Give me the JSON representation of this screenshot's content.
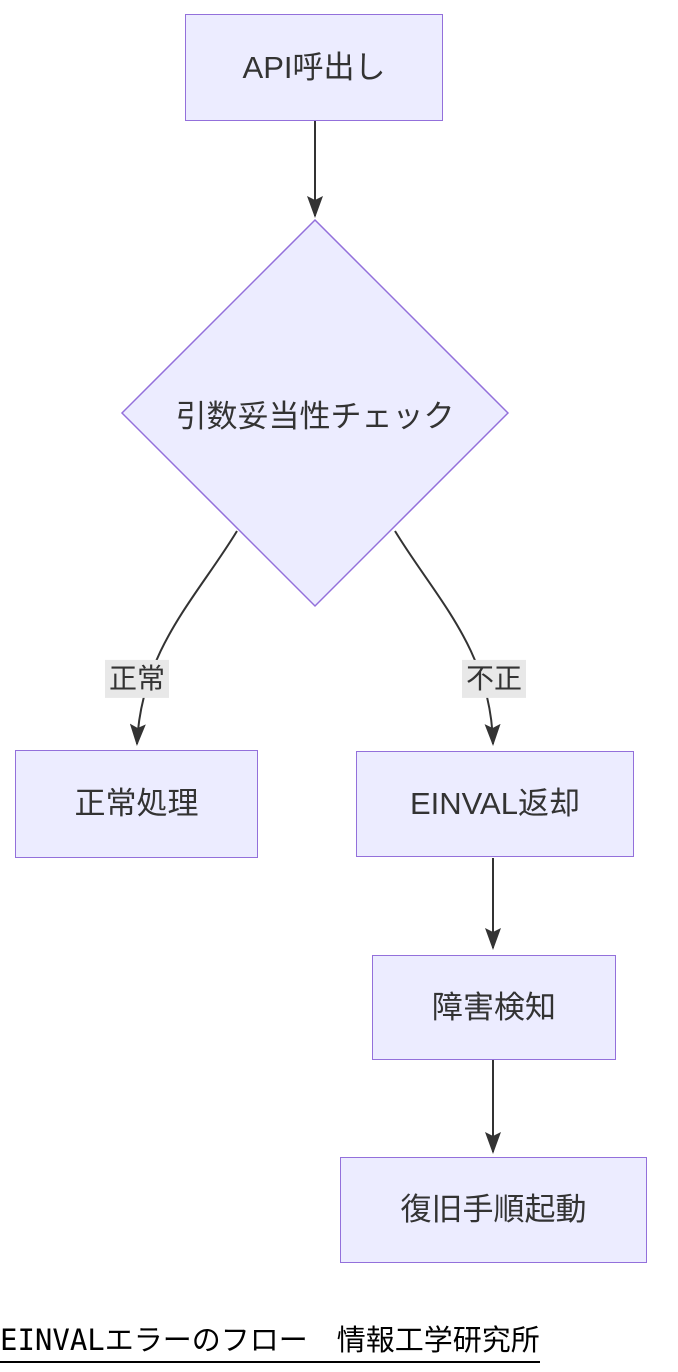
{
  "diagram": {
    "type": "flowchart",
    "direction": "top-down",
    "nodes": [
      {
        "id": "api_call",
        "shape": "rect",
        "label": "API呼出し"
      },
      {
        "id": "validity_check",
        "shape": "diamond",
        "label": "引数妥当性チェック"
      },
      {
        "id": "normal_process",
        "shape": "rect",
        "label": "正常処理"
      },
      {
        "id": "einval_return",
        "shape": "rect",
        "label": "EINVAL返却"
      },
      {
        "id": "fault_detect",
        "shape": "rect",
        "label": "障害検知"
      },
      {
        "id": "recovery_start",
        "shape": "rect",
        "label": "復旧手順起動"
      }
    ],
    "edges": [
      {
        "from": "api_call",
        "to": "validity_check",
        "label": ""
      },
      {
        "from": "validity_check",
        "to": "normal_process",
        "label": "正常"
      },
      {
        "from": "validity_check",
        "to": "einval_return",
        "label": "不正"
      },
      {
        "from": "einval_return",
        "to": "fault_detect",
        "label": ""
      },
      {
        "from": "fault_detect",
        "to": "recovery_start",
        "label": ""
      }
    ],
    "caption": "EINVALエラーのフロー　情報工学研究所",
    "colors": {
      "node_fill": "#ECECFF",
      "node_border": "#9370DB",
      "edge_color": "#333333",
      "edge_label_bg": "#e8e8e8",
      "text_color": "#333333",
      "caption_color": "#000000",
      "page_bg": "#ffffff"
    }
  }
}
